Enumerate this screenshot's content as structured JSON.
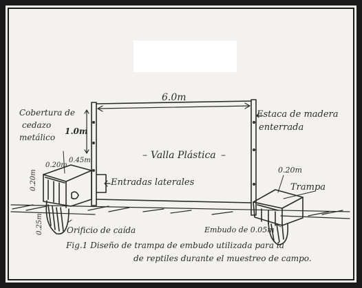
{
  "labels": {
    "cover": [
      "Cobertura de",
      "cedazo",
      "metálico"
    ],
    "fence_height": "1.0m",
    "fence_length": "6.0m",
    "stake": [
      "Estaca de madera",
      "enterrada"
    ],
    "fence": "Valla Plástica",
    "side_entries": "Entradas laterales",
    "trap_width_left": "0.45m",
    "trap_depth_left": "0.20m",
    "trap_height_left": "0.20m",
    "bucket_height": "0.25m",
    "trap_dim_right": "0.20m",
    "trap": "Trampa",
    "drain_hole": "Orificio de caída",
    "funnel": "Embudo de 0.05m"
  },
  "caption": {
    "line1": "Fig.1 Diseño de trampa de embudo utilizada para la",
    "line2": "de reptiles durante el muestreo de campo."
  }
}
